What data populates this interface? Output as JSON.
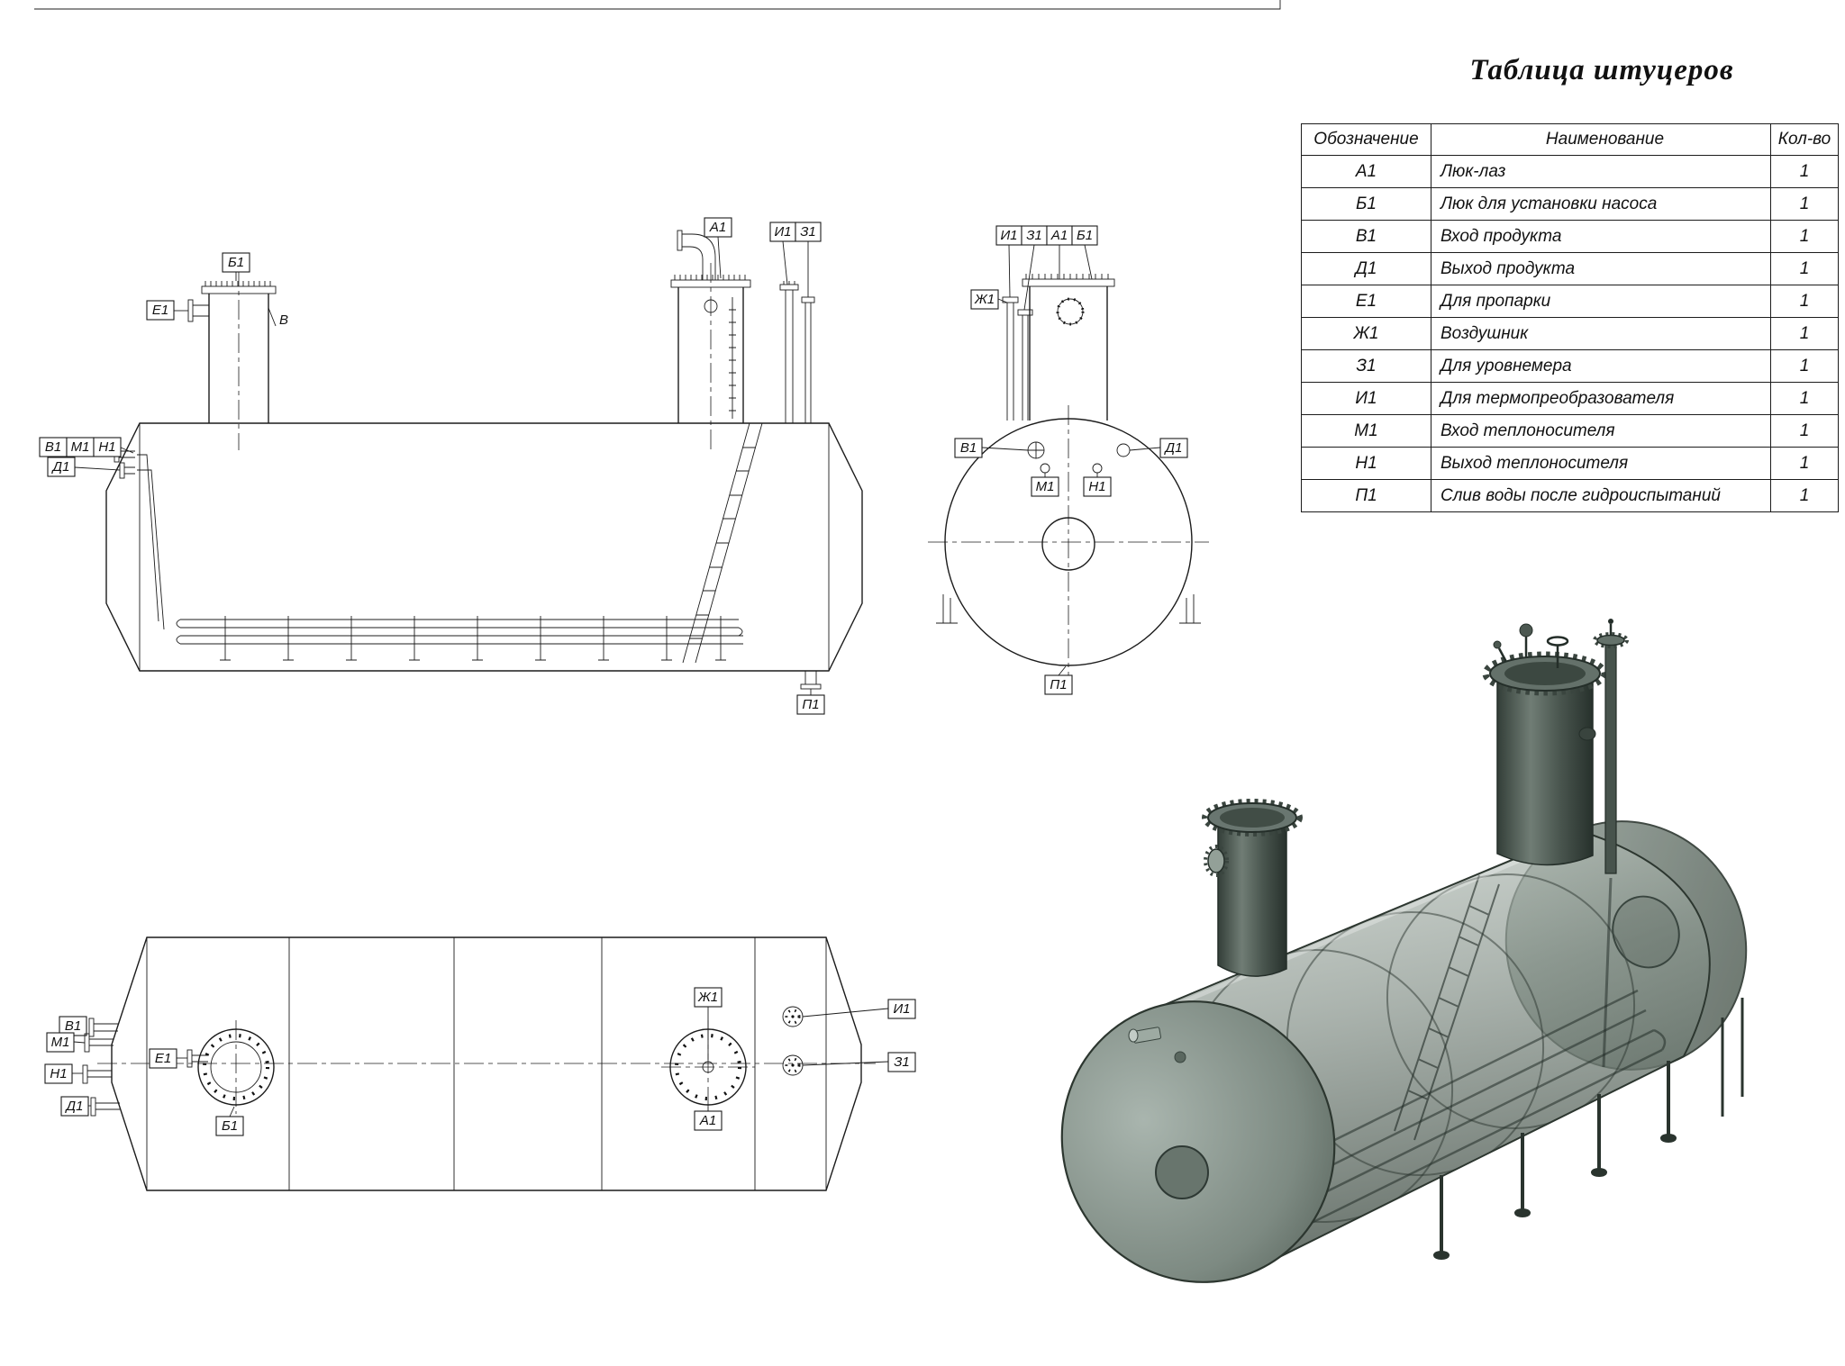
{
  "page": {
    "title": "Таблица штуцеров"
  },
  "table": {
    "headers": {
      "designation": "Обозначение",
      "name": "Наименование",
      "qty": "Кол-во"
    },
    "rows": [
      {
        "code": "А1",
        "name": "Люк-лаз",
        "qty": "1"
      },
      {
        "code": "Б1",
        "name": "Люк для установки насоса",
        "qty": "1"
      },
      {
        "code": "В1",
        "name": "Вход продукта",
        "qty": "1"
      },
      {
        "code": "Д1",
        "name": "Выход продукта",
        "qty": "1"
      },
      {
        "code": "Е1",
        "name": "Для пропарки",
        "qty": "1"
      },
      {
        "code": "Ж1",
        "name": "Воздушник",
        "qty": "1"
      },
      {
        "code": "З1",
        "name": "Для уровнемера",
        "qty": "1"
      },
      {
        "code": "И1",
        "name": "Для термопреобразователя",
        "qty": "1"
      },
      {
        "code": "М1",
        "name": "Вход теплоносителя",
        "qty": "1"
      },
      {
        "code": "Н1",
        "name": "Выход теплоносителя",
        "qty": "1"
      },
      {
        "code": "П1",
        "name": "Слив воды после гидроиспытаний",
        "qty": "1"
      }
    ]
  },
  "marks": {
    "a1": "А1",
    "b1": "Б1",
    "v1": "В1",
    "d1": "Д1",
    "e1": "Е1",
    "zh1": "Ж1",
    "z1": "З1",
    "i1": "И1",
    "m1": "М1",
    "n1": "Н1",
    "p1": "П1",
    "weld": "В"
  }
}
